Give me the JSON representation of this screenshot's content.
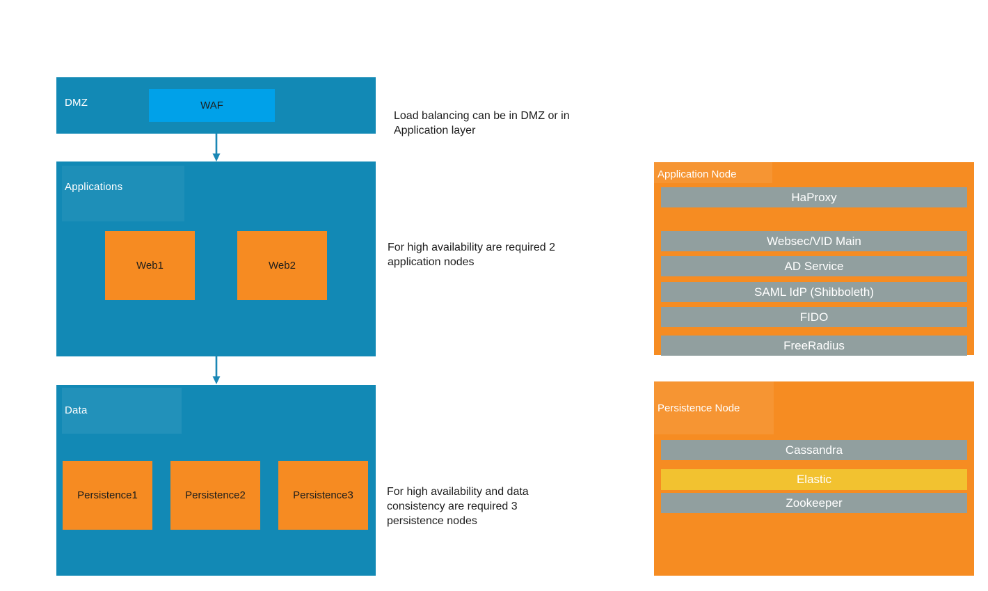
{
  "colors": {
    "layer_bg": "#1289b5",
    "waf_bg": "#00a1e9",
    "node_box_bg": "#f68b22",
    "panel_bg": "#f68c22",
    "service_bar_bg": "#919f9f",
    "highlight_bar_bg": "#f2c230",
    "arrow": "#1a87b5"
  },
  "layers": {
    "dmz": {
      "label": "DMZ",
      "waf_label": "WAF"
    },
    "applications": {
      "label": "Applications",
      "boxes": [
        "Web1",
        "Web2"
      ]
    },
    "data": {
      "label": "Data",
      "boxes": [
        "Persistence1",
        "Persistence2",
        "Persistence3"
      ]
    }
  },
  "annotations": {
    "dmz": "Load balancing can be in DMZ or in\nApplication layer",
    "applications": "For high availability are required 2\napplication nodes",
    "data": "For high availability and data\nconsistency are required 3\npersistence nodes"
  },
  "application_node": {
    "title": "Application Node",
    "services": [
      "HaProxy",
      "Websec/VID Main",
      "AD Service",
      "SAML IdP (Shibboleth)",
      "FIDO",
      "FreeRadius"
    ]
  },
  "persistence_node": {
    "title": "Persistence Node",
    "services": [
      "Cassandra",
      "Elastic",
      "Zookeeper"
    ],
    "highlighted_service": "Elastic"
  }
}
